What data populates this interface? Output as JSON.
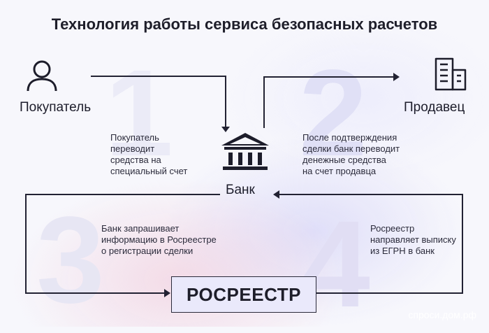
{
  "title": "Технология работы сервиса безопасных расчетов",
  "steps": [
    {
      "number": "1",
      "text": "Покупатель\nпереводит\nсредства на\nспециальный счет"
    },
    {
      "number": "2",
      "text": "После подтверждения\nсделки банк переводит\nденежные средства\nна счет продавца"
    },
    {
      "number": "3",
      "text": "Банк запрашивает\nинформацию в Росреестре\nо регистрации сделки"
    },
    {
      "number": "4",
      "text": "Росреестр\nнаправляет выписку\nиз ЕГРН в банк"
    }
  ],
  "nodes": {
    "buyer": "Покупатель",
    "seller": "Продавец",
    "bank": "Банк",
    "rosreestr": "РОСРЕЕСТР"
  },
  "icons": {
    "buyer": "person-icon",
    "seller": "building-icon",
    "bank": "bank-icon"
  },
  "watermark": "спроси.дом.рф",
  "colors": {
    "line": "#222233",
    "big_numbers": "#e2e3f5",
    "rosreestr_box": "#eae9fb"
  }
}
